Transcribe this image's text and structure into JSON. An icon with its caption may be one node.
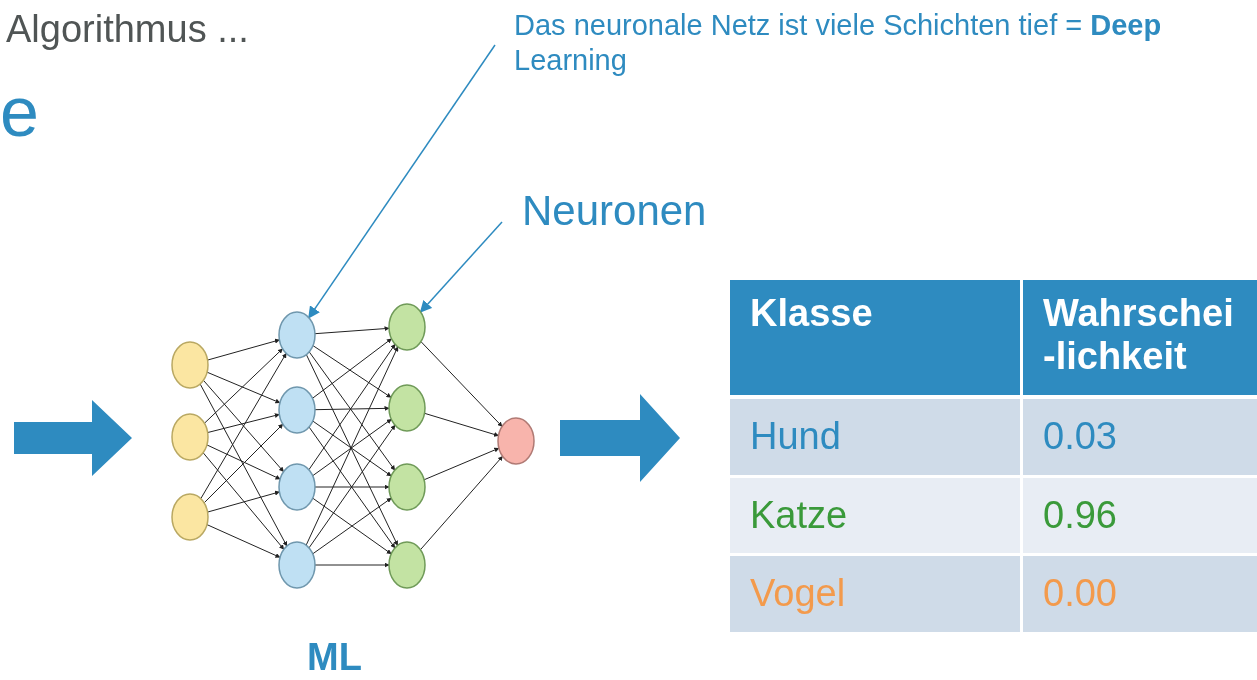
{
  "diagram": {
    "nodes": [
      {
        "text": [
          "Das neuronale Netz ist viele Schichten tief = **Deep** Learning"
        ]
      },
      {
        "text": [
          "Neuronen"
        ]
      },
      {
        "text": [],
        "shape": "circle"
      },
      {
        "text": [],
        "shape": "circle"
      },
      {
        "text": [],
        "shape": "circle"
      },
      {
        "text": [],
        "shape": "circle"
      },
      {
        "text": [],
        "shape": "circle"
      },
      {
        "text": [],
        "shape": "circle"
      },
      {
        "text": [],
        "shape": "circle"
      },
      {
        "text": [],
        "shape": "circle"
      },
      {
        "text": [],
        "shape": "circle"
      },
      {
        "text": [],
        "shape": "circle"
      },
      {
        "text": [],
        "shape": "circle"
      },
      {
        "text": [],
        "shape": "circle"
      }
    ],
    "edges": [
      {
        "from": 0,
        "to": 5,
        "arrow": "to",
        "color": "#2e8bc0"
      },
      {
        "from": 1,
        "to": 9,
        "arrow": "to",
        "color": "#2e8bc0"
      },
      {
        "from": 2,
        "to": 5,
        "arrow": "to"
      },
      {
        "from": 2,
        "to": 6,
        "arrow": "to"
      },
      {
        "from": 2,
        "to": 7,
        "arrow": "to"
      },
      {
        "from": 2,
        "to": 8,
        "arrow": "to"
      },
      {
        "from": 3,
        "to": 5,
        "arrow": "to"
      },
      {
        "from": 3,
        "to": 6,
        "arrow": "to"
      },
      {
        "from": 3,
        "to": 7,
        "arrow": "to"
      },
      {
        "from": 3,
        "to": 8,
        "arrow": "to"
      },
      {
        "from": 4,
        "to": 5,
        "arrow": "to"
      },
      {
        "from": 4,
        "to": 6,
        "arrow": "to"
      },
      {
        "from": 4,
        "to": 7,
        "arrow": "to"
      },
      {
        "from": 4,
        "to": 8,
        "arrow": "to"
      },
      {
        "from": 5,
        "to": 9,
        "arrow": "to"
      },
      {
        "from": 5,
        "to": 10,
        "arrow": "to"
      },
      {
        "from": 5,
        "to": 11,
        "arrow": "to"
      },
      {
        "from": 5,
        "to": 12,
        "arrow": "to"
      },
      {
        "from": 6,
        "to": 9,
        "arrow": "to"
      },
      {
        "from": 6,
        "to": 10,
        "arrow": "to"
      },
      {
        "from": 6,
        "to": 11,
        "arrow": "to"
      },
      {
        "from": 6,
        "to": 12,
        "arrow": "to"
      },
      {
        "from": 7,
        "to": 9,
        "arrow": "to"
      },
      {
        "from": 7,
        "to": 10,
        "arrow": "to"
      },
      {
        "from": 7,
        "to": 11,
        "arrow": "to"
      },
      {
        "from": 7,
        "to": 12,
        "arrow": "to"
      },
      {
        "from": 8,
        "to": 9,
        "arrow": "to"
      },
      {
        "from": 8,
        "to": 10,
        "arrow": "to"
      },
      {
        "from": 8,
        "to": 11,
        "arrow": "to"
      },
      {
        "from": 8,
        "to": 12,
        "arrow": "to"
      },
      {
        "from": 9,
        "to": 13,
        "arrow": "to"
      },
      {
        "from": 10,
        "to": 13,
        "arrow": "to"
      },
      {
        "from": 11,
        "to": 13,
        "arrow": "to"
      },
      {
        "from": 12,
        "to": 13,
        "arrow": "to"
      }
    ],
    "labels": [
      "Algorithmus ...",
      "e",
      "Klasse",
      "Wahrschei -lichkeit",
      "Hund",
      "0.03",
      "Katze",
      "0.96",
      "Vogel",
      "0.00",
      "ML"
    ]
  }
}
